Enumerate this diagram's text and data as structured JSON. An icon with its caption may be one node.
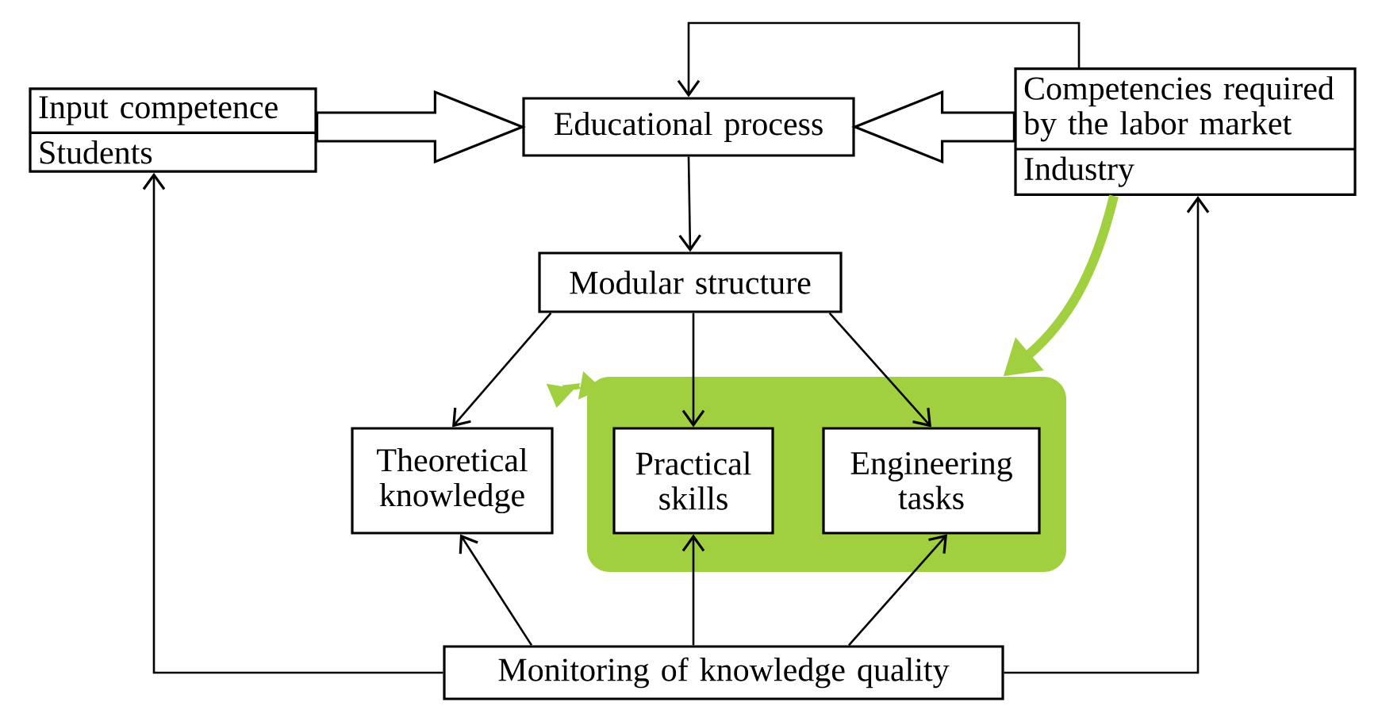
{
  "diagram": {
    "nodes": [
      {
        "text": [
          "Input competence",
          "Students"
        ]
      },
      {
        "text": [
          "Educational process"
        ]
      },
      {
        "text": [
          "Competencies required by the labor market",
          "Industry"
        ]
      },
      {
        "text": [
          "Modular structure"
        ]
      },
      {
        "text": [
          "Theoretical knowledge"
        ]
      },
      {
        "text": [],
        "shape": "box"
      },
      {
        "text": [
          "Practical skills"
        ],
        "in": 5
      },
      {
        "text": [
          "Engineering tasks"
        ],
        "in": 5
      },
      {
        "text": [
          "Monitoring of knowledge quality"
        ]
      }
    ],
    "edges": [
      {
        "from": 0,
        "to": 1,
        "arrow": "to",
        "style": "thick"
      },
      {
        "from": 2,
        "to": 1,
        "arrow": "to",
        "style": "thick"
      },
      {
        "from": 2,
        "to": 1,
        "arrow": "to"
      },
      {
        "from": 1,
        "to": 3,
        "arrow": "to"
      },
      {
        "from": 3,
        "to": 4,
        "arrow": "to"
      },
      {
        "from": 3,
        "to": 6,
        "arrow": "to"
      },
      {
        "from": 3,
        "to": 7,
        "arrow": "to"
      },
      {
        "from": 8,
        "to": 4,
        "arrow": "to"
      },
      {
        "from": 8,
        "to": 6,
        "arrow": "to"
      },
      {
        "from": 8,
        "to": 7,
        "arrow": "to"
      },
      {
        "from": 8,
        "to": 0,
        "arrow": "to"
      },
      {
        "from": 8,
        "to": 2,
        "arrow": "to"
      },
      {
        "from": 2,
        "to": 5,
        "arrow": "to",
        "style": "thick",
        "color": "#a0d040"
      },
      {
        "from": 4,
        "to": 5,
        "arrow": "both",
        "style": "thick",
        "color": "#a0d040"
      }
    ]
  }
}
